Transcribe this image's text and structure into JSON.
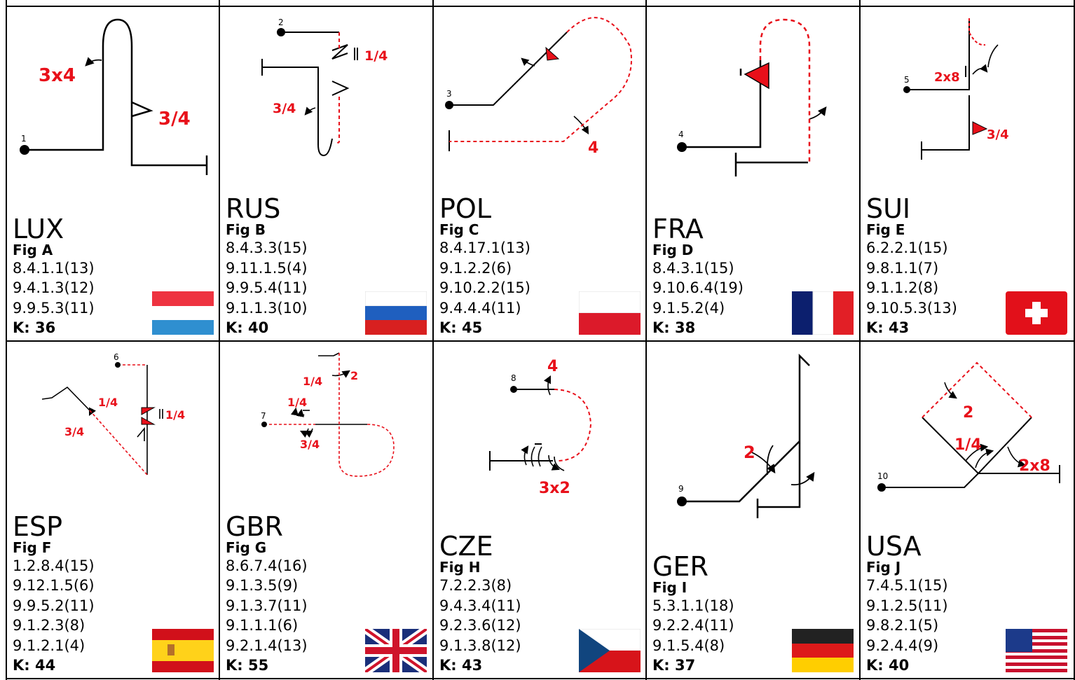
{
  "figures": [
    {
      "country": "LUX",
      "fig": "Fig A",
      "codes": [
        "8.4.1.1(13)",
        "9.4.1.3(12)",
        "9.9.5.3(11)"
      ],
      "k": "K: 36",
      "num": "1",
      "labels": [
        "3x4",
        "3/4"
      ],
      "flag": "lux-flag-icon"
    },
    {
      "country": "RUS",
      "fig": "Fig B",
      "codes": [
        "8.4.3.3(15)",
        "9.11.1.5(4)",
        "9.9.5.4(11)",
        "9.1.1.3(10)"
      ],
      "k": "K: 40",
      "num": "2",
      "labels": [
        "1/4",
        "3/4"
      ],
      "flag": "rus-flag-icon"
    },
    {
      "country": "POL",
      "fig": "Fig C",
      "codes": [
        "8.4.17.1(13)",
        "9.1.2.2(6)",
        "9.10.2.2(15)",
        "9.4.4.4(11)"
      ],
      "k": "K: 45",
      "num": "3",
      "labels": [
        "4"
      ],
      "flag": "pol-flag-icon"
    },
    {
      "country": "FRA",
      "fig": "Fig D",
      "codes": [
        "8.4.3.1(15)",
        "9.10.6.4(19)",
        "9.1.5.2(4)"
      ],
      "k": "K: 38",
      "num": "4",
      "labels": [],
      "flag": "fra-flag-icon"
    },
    {
      "country": "SUI",
      "fig": "Fig E",
      "codes": [
        "6.2.2.1(15)",
        "9.8.1.1(7)",
        "9.1.1.2(8)",
        "9.10.5.3(13)"
      ],
      "k": "K: 43",
      "num": "5",
      "labels": [
        "2x8",
        "3/4"
      ],
      "flag": "sui-flag-icon"
    },
    {
      "country": "ESP",
      "fig": "Fig F",
      "codes": [
        "1.2.8.4(15)",
        "9.12.1.5(6)",
        "9.9.5.2(11)",
        "9.1.2.3(8)",
        "9.1.2.1(4)"
      ],
      "k": "K: 44",
      "num": "6",
      "labels": [
        "1/4",
        "3/4",
        "1/4"
      ],
      "flag": "esp-flag-icon"
    },
    {
      "country": "GBR",
      "fig": "Fig G",
      "codes": [
        "8.6.7.4(16)",
        "9.1.3.5(9)",
        "9.1.3.7(11)",
        "9.1.1.1(6)",
        "9.2.1.4(13)"
      ],
      "k": "K: 55",
      "num": "7",
      "labels": [
        "1/4",
        "2",
        "1/4",
        "3/4"
      ],
      "flag": "gbr-flag-icon"
    },
    {
      "country": "CZE",
      "fig": "Fig H",
      "codes": [
        "7.2.2.3(8)",
        "9.4.3.4(11)",
        "9.2.3.6(12)",
        "9.1.3.8(12)"
      ],
      "k": "K: 43",
      "num": "8",
      "labels": [
        "4",
        "3x2"
      ],
      "flag": "cze-flag-icon"
    },
    {
      "country": "GER",
      "fig": "Fig I",
      "codes": [
        "5.3.1.1(18)",
        "9.2.2.4(11)",
        "9.1.5.4(8)"
      ],
      "k": "K: 37",
      "num": "9",
      "labels": [
        "2"
      ],
      "flag": "ger-flag-icon"
    },
    {
      "country": "USA",
      "fig": "Fig J",
      "codes": [
        "7.4.5.1(15)",
        "9.1.2.5(11)",
        "9.8.2.1(5)",
        "9.2.4.4(9)"
      ],
      "k": "K: 40",
      "num": "10",
      "labels": [
        "2",
        "1/4",
        "2x8"
      ],
      "flag": "usa-flag-icon"
    }
  ],
  "colors": {
    "accent": "#e8101a",
    "ink": "#000000"
  }
}
